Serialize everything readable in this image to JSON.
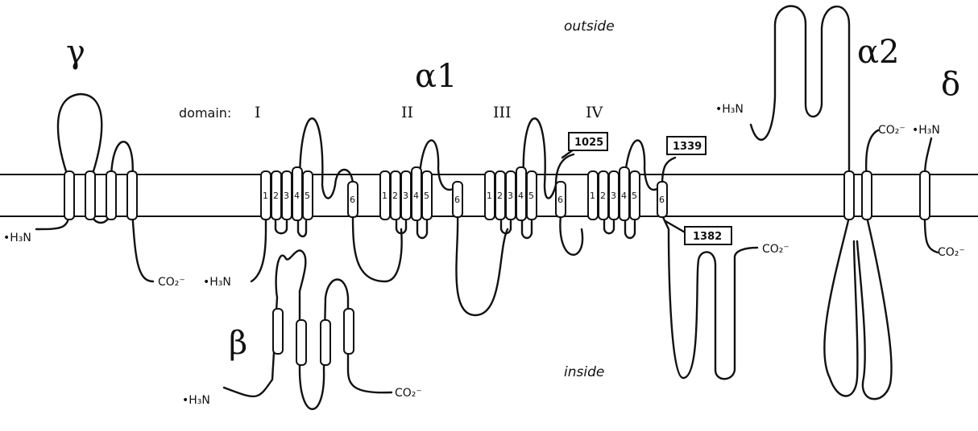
{
  "labels": {
    "outside": "outside",
    "inside": "inside",
    "domain": "domain:",
    "domain_numerals": [
      "I",
      "II",
      "III",
      "IV"
    ],
    "gamma": "γ",
    "alpha1": "α1",
    "alpha2": "α2",
    "beta": "β",
    "delta": "δ"
  },
  "termini": {
    "nh3": "•H₃N",
    "co2": "CO₂⁻"
  },
  "segments": [
    "1",
    "2",
    "3",
    "4",
    "5",
    "6"
  ],
  "positions": [
    "1025",
    "1339",
    "1382"
  ]
}
